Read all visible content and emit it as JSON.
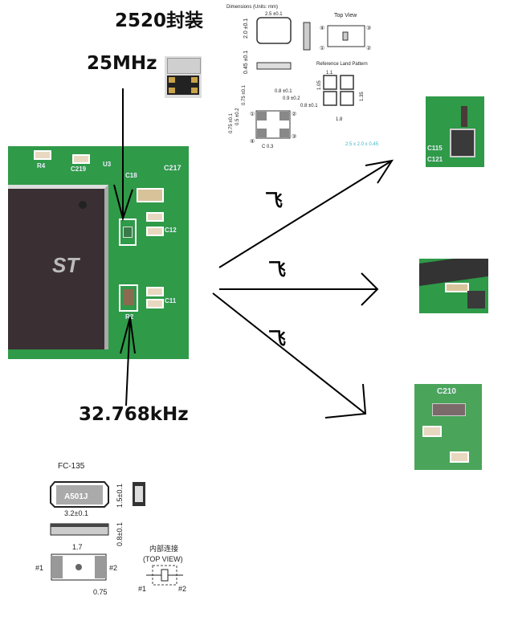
{
  "labels": {
    "package_2520": "2520封装",
    "freq_25mhz": "25MHz",
    "freq_32k": "32.768kHz",
    "arrow_marks": [
      "飞",
      "飞",
      "飞"
    ]
  },
  "datasheet_2520": {
    "dimensions_title": "Dimensions (Units: mm)",
    "top_view": "Top View",
    "land_pattern": "Reference Land Pattern",
    "dims": [
      "2.5 ±0.1",
      "2.0 ±0.1",
      "0.45 ±0.1",
      "0.8 ±0.1",
      "0.9 ±0.2",
      "0.8 ±0.1",
      "0.75 ±0.1",
      "0.5 ±0.2",
      "0.75 ±0.1",
      "C 0.3",
      "1.1",
      "1.05",
      "1.35",
      "1.8"
    ],
    "pins": [
      "①",
      "②",
      "③",
      "④"
    ],
    "size_note": "2.5 x 2.0 x 0.45"
  },
  "datasheet_fc135": {
    "title": "FC-135",
    "marking": "A501J",
    "dims": [
      "3.2±0.1",
      "1.5±0.1",
      "0.8±0.1",
      "1.7",
      "0.75"
    ],
    "pin1": "#1",
    "pin2": "#2",
    "internal_title": "内部连接",
    "top_view": "(TOP VIEW)"
  },
  "pcb_silkscreen": [
    "R4",
    "C219",
    "U3",
    "C217",
    "C18",
    "C12",
    "C11",
    "R2",
    "C115",
    "C121",
    "C210"
  ],
  "chip_marking": "ST",
  "colors": {
    "pcb": "#2f9a48",
    "teal_note": "#3bb6c8"
  }
}
